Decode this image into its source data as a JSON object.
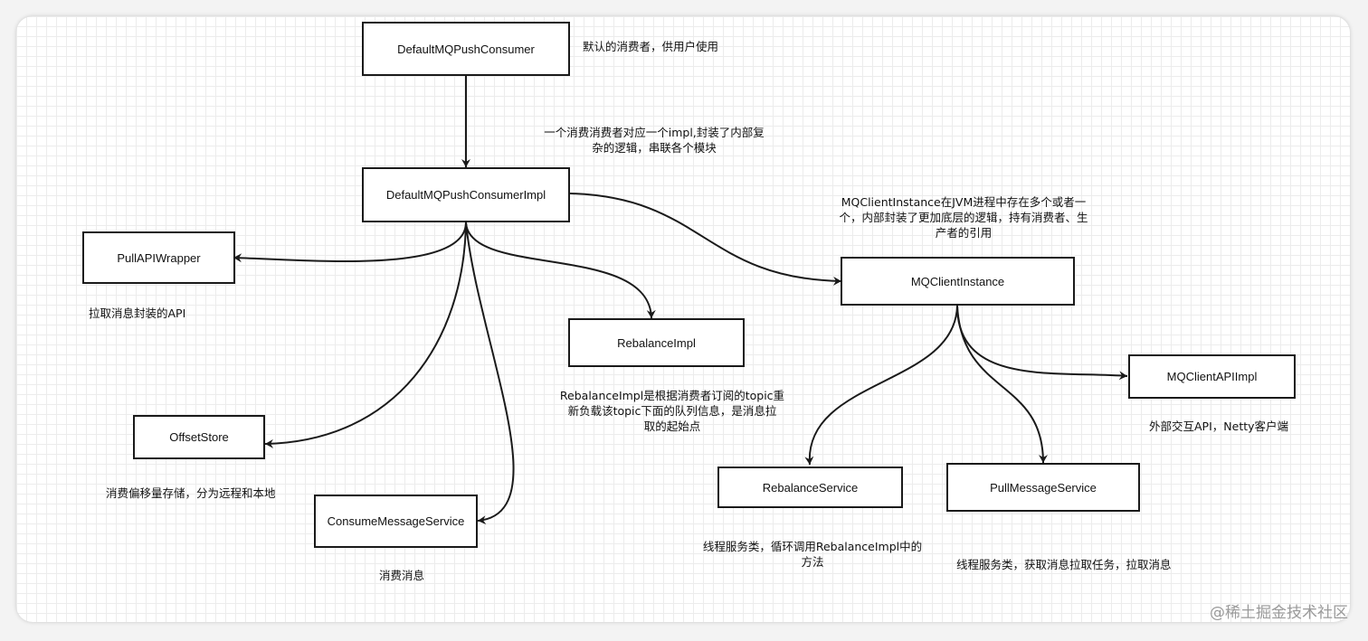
{
  "nodes": {
    "push_consumer": "DefaultMQPushConsumer",
    "push_consumer_impl": "DefaultMQPushConsumerImpl",
    "pull_api_wrapper": "PullAPIWrapper",
    "rebalance_impl": "RebalanceImpl",
    "offset_store": "OffsetStore",
    "consume_message_service": "ConsumeMessageService",
    "mq_client_instance": "MQClientInstance",
    "mq_client_api_impl": "MQClientAPIImpl",
    "rebalance_service": "RebalanceService",
    "pull_message_service": "PullMessageService"
  },
  "notes": {
    "push_consumer": "默认的消费者，供用户使用",
    "push_consumer_impl": [
      "一个消费消费者对应一个impl,封装了内部复",
      "杂的逻辑，串联各个模块"
    ],
    "mq_client_instance": [
      "MQClientInstance在JVM进程中存在多个或者一",
      "个，内部封装了更加底层的逻辑，持有消费者、生",
      "产者的引用"
    ],
    "pull_api_wrapper": "拉取消息封装的API",
    "rebalance_impl": [
      "RebalanceImpl是根据消费者订阅的topic重",
      "新负载该topic下面的队列信息，是消息拉",
      "取的起始点"
    ],
    "offset_store": "消费偏移量存储，分为远程和本地",
    "consume_message_service": "消费消息",
    "mq_client_api_impl": "外部交互API，Netty客户端",
    "rebalance_service": [
      "线程服务类，循环调用RebalanceImpl中的",
      "方法"
    ],
    "pull_message_service": "线程服务类，获取消息拉取任务，拉取消息"
  },
  "watermark": "@稀土掘金技术社区",
  "colors": {
    "line": "#1a1a1a",
    "grid": "#ececec",
    "watermark": "#9a9a9a"
  }
}
